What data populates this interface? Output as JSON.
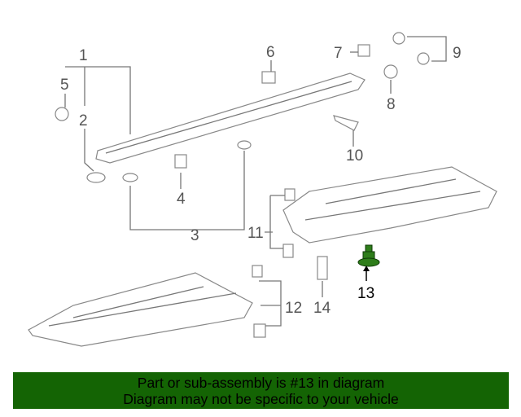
{
  "diagram": {
    "callouts": [
      "1",
      "2",
      "3",
      "4",
      "5",
      "6",
      "7",
      "8",
      "9",
      "10",
      "11",
      "12",
      "13",
      "14"
    ],
    "highlighted_part": "13",
    "highlight_color": "#2e7d1a"
  },
  "banner": {
    "line1": "Part or sub-assembly is #13 in diagram",
    "line2": "Diagram may not be specific to your vehicle",
    "color": "#146404"
  }
}
